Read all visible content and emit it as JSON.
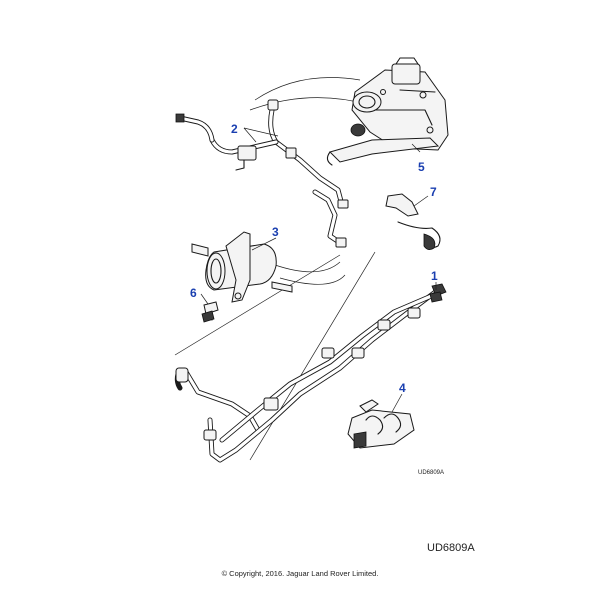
{
  "callouts": {
    "c1": "1",
    "c2": "2",
    "c3": "3",
    "c4": "4",
    "c5": "5",
    "c6": "6",
    "c7": "7"
  },
  "diagram_code": "UD6809A",
  "footer": {
    "code": "UD6809A",
    "copyright": "© Copyright, 2016. Jaguar Land Rover Limited."
  }
}
